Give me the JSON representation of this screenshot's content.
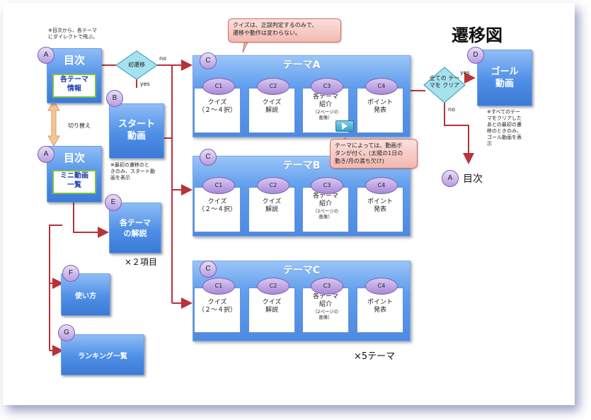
{
  "title": "遷移図",
  "nodes": {
    "A_top": {
      "letter": "A",
      "title": "目次",
      "inner": "各テーマ\n情報"
    },
    "A_mid": {
      "letter": "A",
      "title": "目次",
      "inner": "ミニ動画\n一覧"
    },
    "A_end": {
      "letter": "A",
      "title": "目次"
    },
    "B": {
      "letter": "B",
      "title": "スタート\n動画"
    },
    "D": {
      "letter": "D",
      "title": "ゴール\n動画"
    },
    "E": {
      "letter": "E",
      "title": "各テーマ\nの解説"
    },
    "F": {
      "letter": "F",
      "title": "使い方"
    },
    "G": {
      "letter": "G",
      "title": "ランキング一覧"
    }
  },
  "decisions": {
    "first": "初遷移",
    "all_clear": "全ての\nテーマを\nクリア"
  },
  "edge_labels": {
    "no1": "no",
    "yes1": "yes",
    "yes2": "yes",
    "no2": "no",
    "switch": "切り替え"
  },
  "notes": {
    "top": "※目次から、各テーマ\nにダイレクトで飛ぶ。",
    "start": "※最初の遷移のと\nきのみ、スタート動\n画を表示",
    "goal": "※すべてのテー\nマをクリアした\nあとの最初の遷\n移のときのみ、\nゴール動画を表\n示",
    "x2": "×２項目",
    "x5": "×5テーマ"
  },
  "callouts": {
    "quiz": "クイズは、正誤判定するのみで、\n遷移や動作は変わらない。",
    "movie": "テーマによっては、動画ボ\nタンが付く。(太陽の1日の\n動き/月の満ち欠け)"
  },
  "themes": [
    {
      "letter": "C",
      "title": "テーマA",
      "cards": [
        {
          "oval": "C1",
          "text": "クイズ\n（２～４択）",
          "small": ""
        },
        {
          "oval": "C2",
          "text": "クイズ\n解説",
          "small": ""
        },
        {
          "oval": "C3",
          "text": "各テーマ\n紹介",
          "small": "（2ページの\n画像）"
        },
        {
          "oval": "C4",
          "text": "ポイント\n発表",
          "small": ""
        }
      ]
    },
    {
      "letter": "C",
      "title": "テーマB",
      "cards": [
        {
          "oval": "C1",
          "text": "クイズ\n（２～４択）",
          "small": ""
        },
        {
          "oval": "C2",
          "text": "クイズ\n解説",
          "small": ""
        },
        {
          "oval": "C3",
          "text": "各テーマ\n紹介",
          "small": "（2ページの\n画像）"
        },
        {
          "oval": "C4",
          "text": "ポイント\n発表",
          "small": ""
        }
      ]
    },
    {
      "letter": "C",
      "title": "テーマC",
      "cards": [
        {
          "oval": "C1",
          "text": "クイズ\n（２～４択）",
          "small": ""
        },
        {
          "oval": "C2",
          "text": "クイズ\n解説",
          "small": ""
        },
        {
          "oval": "C3",
          "text": "各テーマ\n紹介",
          "small": "（2ページの\n画像）"
        },
        {
          "oval": "C4",
          "text": "ポイント\n発表",
          "small": ""
        }
      ]
    }
  ],
  "colors": {
    "arrow": "#b8323a",
    "box": "#4f8fe6",
    "callout": "#f3b8b1"
  }
}
